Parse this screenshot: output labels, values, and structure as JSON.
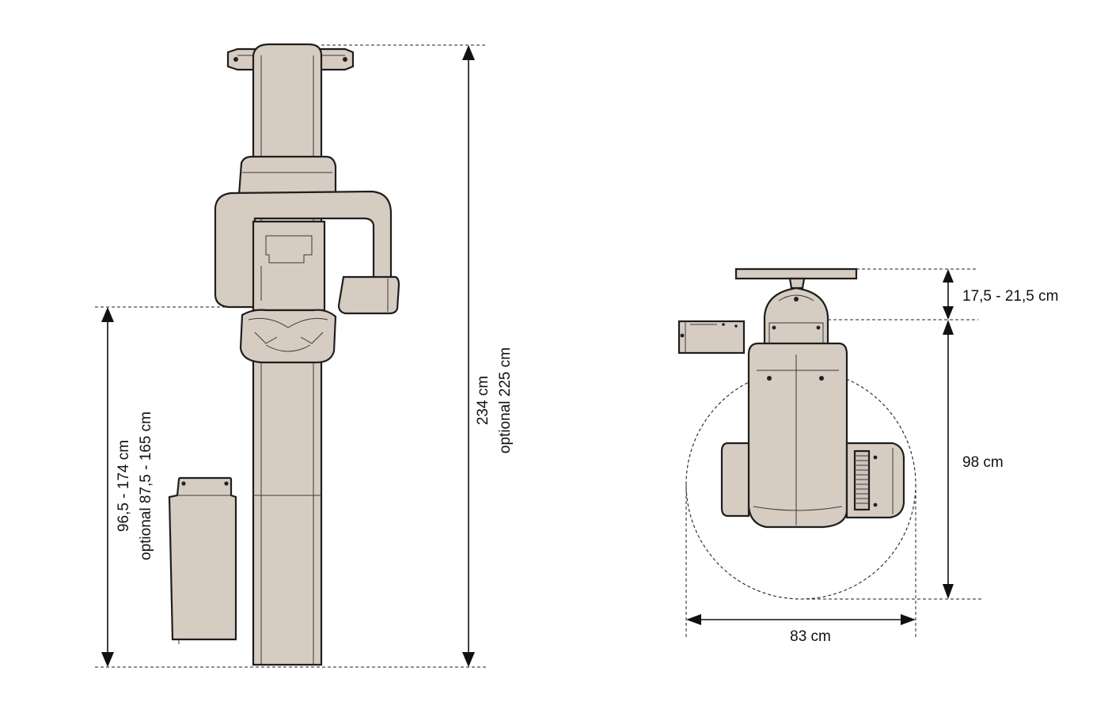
{
  "dimensions": {
    "total_height": {
      "line1": "234 cm",
      "line2": "optional 225 cm"
    },
    "chin_height": {
      "line1": "96,5 - 174 cm",
      "line2": "optional 87,5 - 165 cm"
    },
    "top_depth": "17,5 - 21,5 cm",
    "depth": "98 cm",
    "width": "83 cm"
  }
}
